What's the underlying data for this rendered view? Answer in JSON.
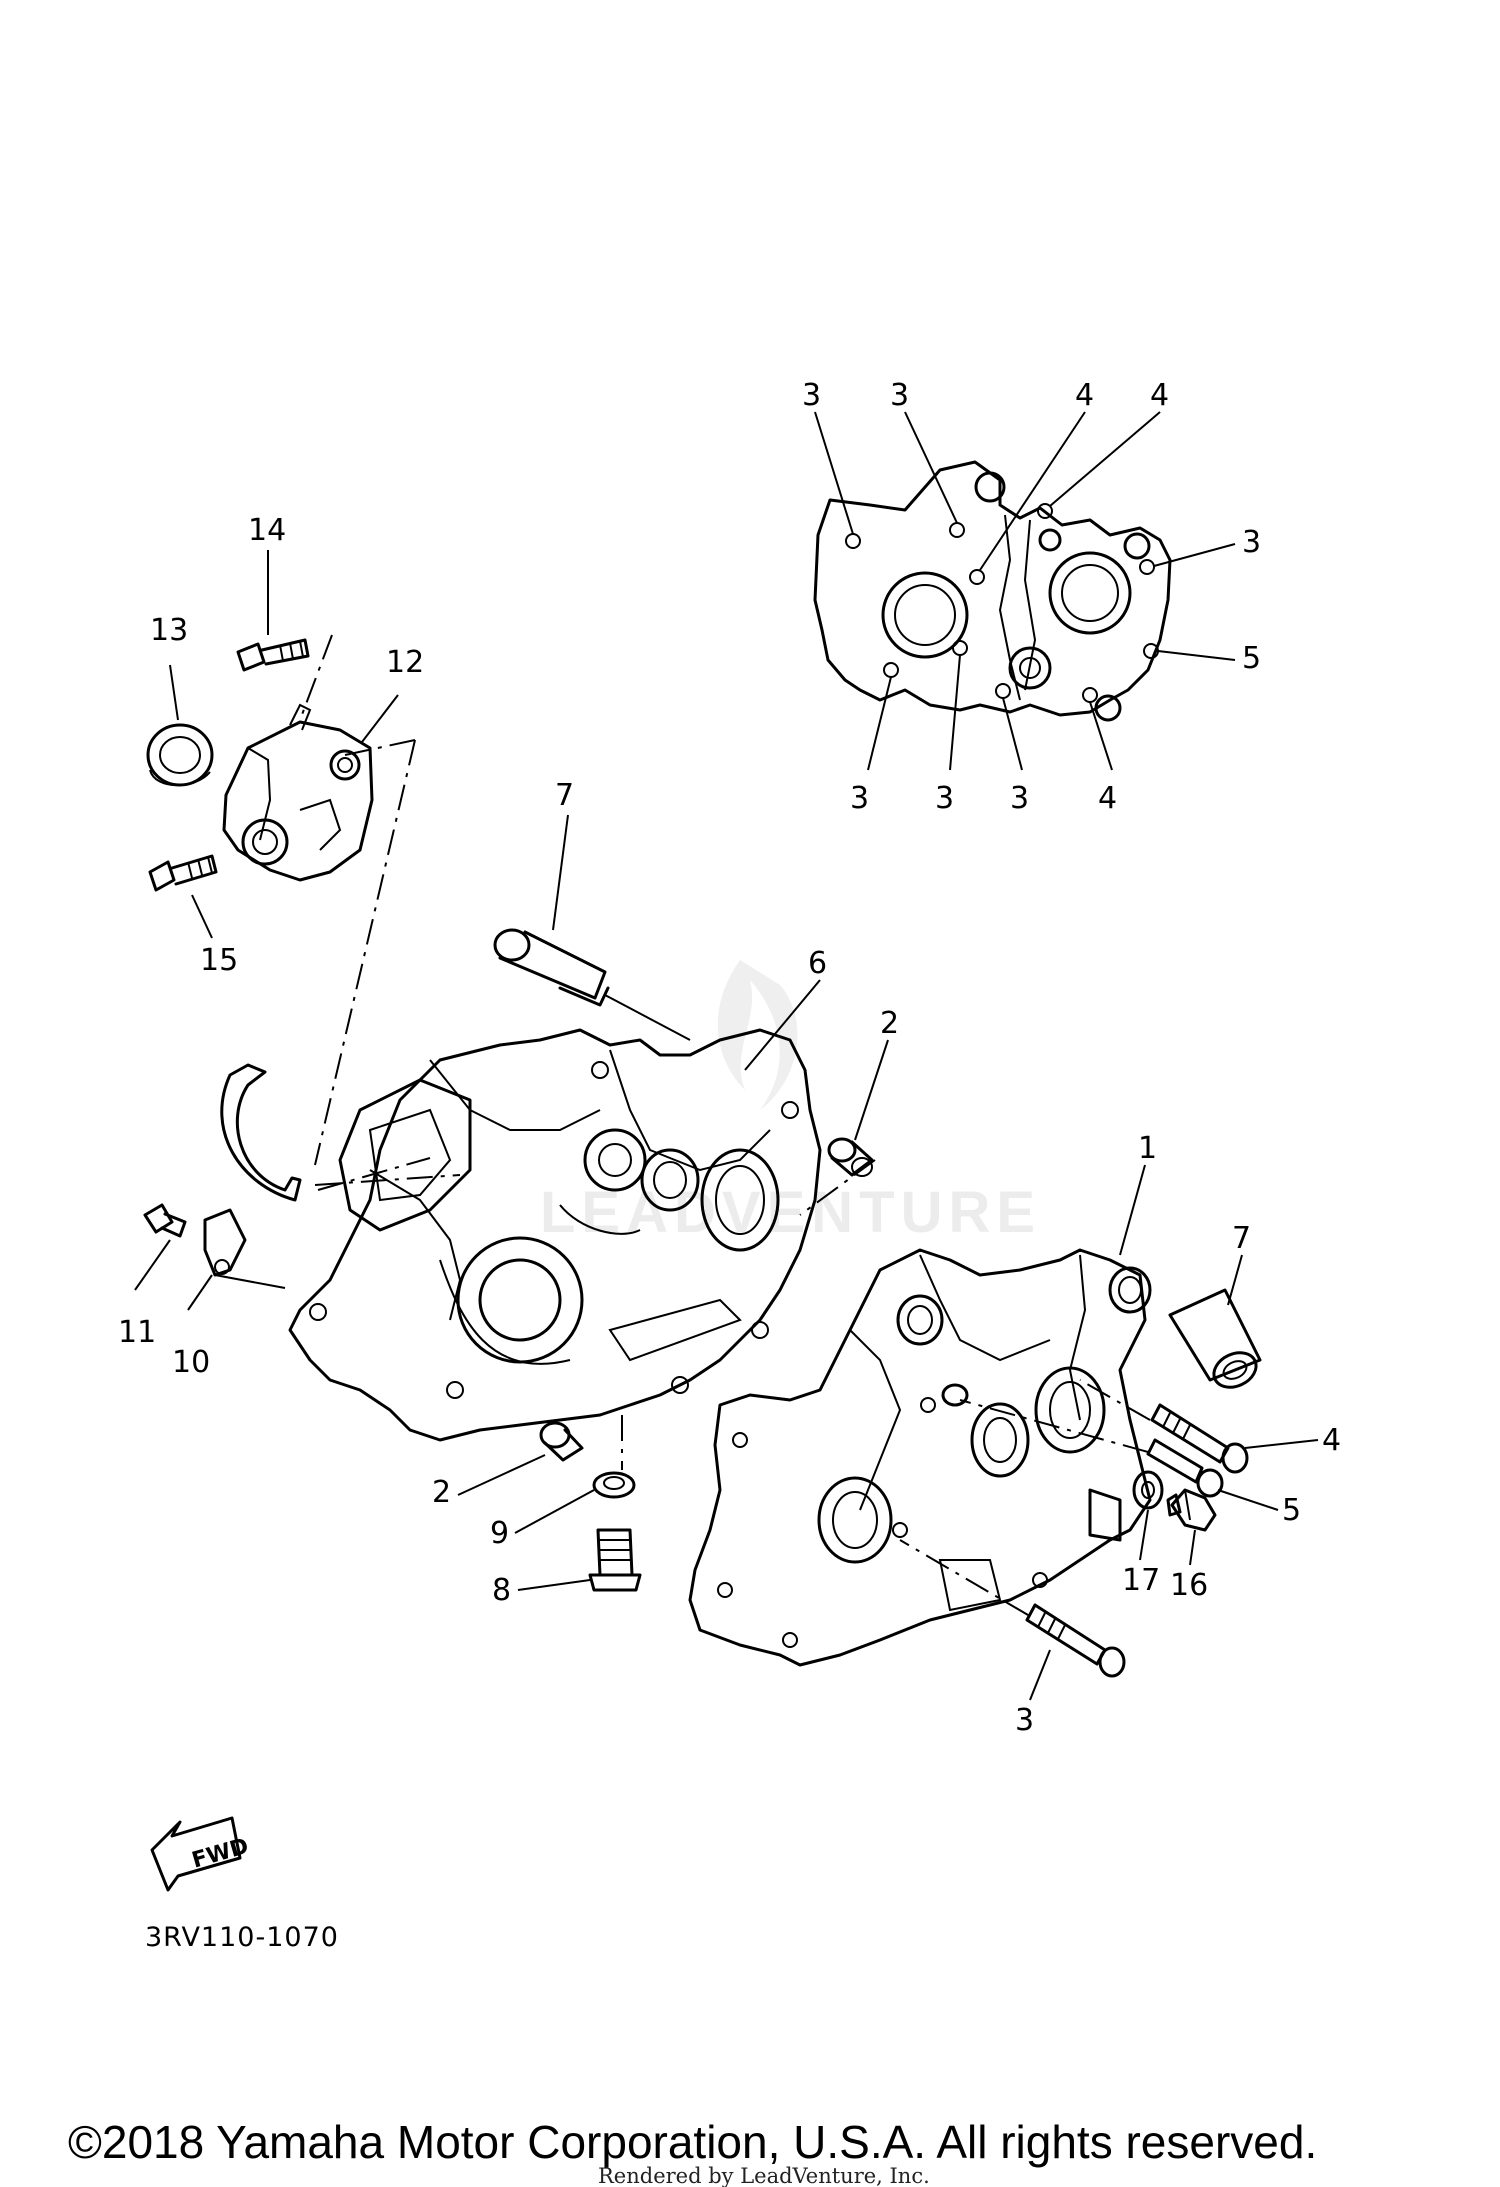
{
  "diagram": {
    "callouts": [
      {
        "id": "c3a",
        "text": "3"
      },
      {
        "id": "c3b",
        "text": "3"
      },
      {
        "id": "c4a",
        "text": "4"
      },
      {
        "id": "c4b",
        "text": "4"
      },
      {
        "id": "c3c",
        "text": "3"
      },
      {
        "id": "c5a",
        "text": "5"
      },
      {
        "id": "c3d",
        "text": "3"
      },
      {
        "id": "c3e",
        "text": "3"
      },
      {
        "id": "c3f",
        "text": "3"
      },
      {
        "id": "c4c",
        "text": "4"
      },
      {
        "id": "c14",
        "text": "14"
      },
      {
        "id": "c13",
        "text": "13"
      },
      {
        "id": "c12",
        "text": "12"
      },
      {
        "id": "c15",
        "text": "15"
      },
      {
        "id": "c7a",
        "text": "7"
      },
      {
        "id": "c6",
        "text": "6"
      },
      {
        "id": "c2a",
        "text": "2"
      },
      {
        "id": "c1",
        "text": "1"
      },
      {
        "id": "c7b",
        "text": "7"
      },
      {
        "id": "c11",
        "text": "11"
      },
      {
        "id": "c10",
        "text": "10"
      },
      {
        "id": "c4d",
        "text": "4"
      },
      {
        "id": "c5b",
        "text": "5"
      },
      {
        "id": "c2b",
        "text": "2"
      },
      {
        "id": "c9",
        "text": "9"
      },
      {
        "id": "c17",
        "text": "17"
      },
      {
        "id": "c16",
        "text": "16"
      },
      {
        "id": "c8",
        "text": "8"
      },
      {
        "id": "c3g",
        "text": "3"
      }
    ],
    "fwd_label": "FWD",
    "diagram_code": "3RV110-1070"
  },
  "footer": {
    "copyright": "©2018 Yamaha Motor Corporation, U.S.A. All rights reserved.",
    "rendered_by": "Rendered by LeadVenture, Inc."
  },
  "watermark": {
    "text": "LEADVENTURE"
  }
}
